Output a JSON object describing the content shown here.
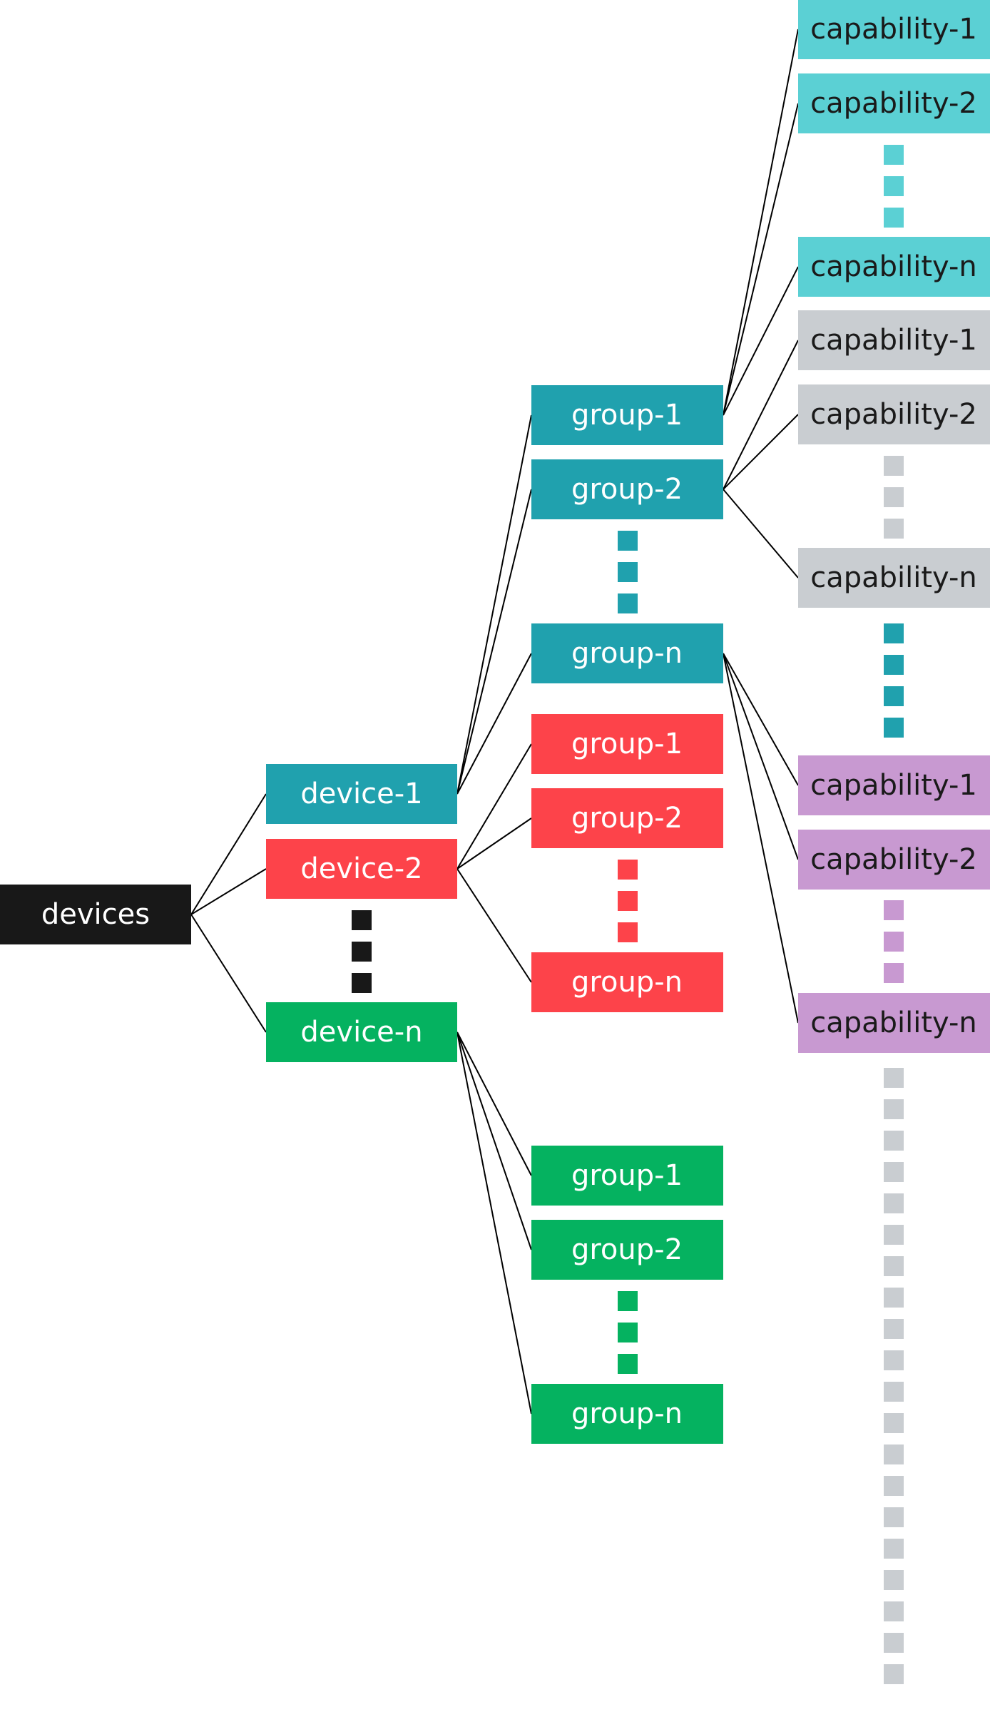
{
  "colors": {
    "root": "#181818",
    "device_1": "#20a1ae",
    "device_2": "#fd434a",
    "device_n": "#05b260",
    "cap_set_1": "#5bd0d4",
    "cap_set_2": "#c9cdd1",
    "cap_set_3": "#c899d1",
    "edge": "#000000"
  },
  "nodes": {
    "root": "devices",
    "device_1": "device-1",
    "device_2": "device-2",
    "device_n": "device-n",
    "d1_group_1": "group-1",
    "d1_group_2": "group-2",
    "d1_group_n": "group-n",
    "d2_group_1": "group-1",
    "d2_group_2": "group-2",
    "d2_group_n": "group-n",
    "dn_group_1": "group-1",
    "dn_group_2": "group-2",
    "dn_group_n": "group-n",
    "cs1_capability_1": "capability-1",
    "cs1_capability_2": "capability-2",
    "cs1_capability_n": "capability-n",
    "cs2_capability_1": "capability-1",
    "cs2_capability_2": "capability-2",
    "cs2_capability_n": "capability-n",
    "cs3_capability_1": "capability-1",
    "cs3_capability_2": "capability-2",
    "cs3_capability_n": "capability-n"
  }
}
